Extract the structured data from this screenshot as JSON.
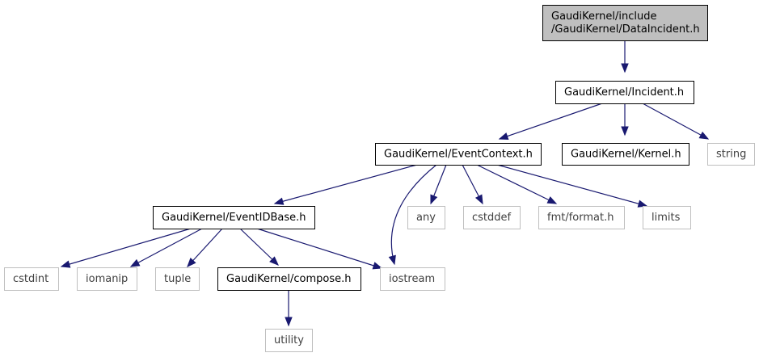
{
  "diagram": {
    "colors": {
      "edge": "#191970",
      "root_fill": "#bfbfbf",
      "system_border": "#bfbfbf",
      "local_border": "#000000"
    },
    "nodes": [
      {
        "id": "root",
        "kind": "root",
        "lines": [
          "GaudiKernel/include",
          "/GaudiKernel/DataIncident.h"
        ]
      },
      {
        "id": "incident",
        "kind": "local",
        "lines": [
          "GaudiKernel/Incident.h"
        ]
      },
      {
        "id": "eventcontext",
        "kind": "local",
        "lines": [
          "GaudiKernel/EventContext.h"
        ]
      },
      {
        "id": "kernel",
        "kind": "local",
        "lines": [
          "GaudiKernel/Kernel.h"
        ]
      },
      {
        "id": "string",
        "kind": "system",
        "lines": [
          "string"
        ]
      },
      {
        "id": "eventidbase",
        "kind": "local",
        "lines": [
          "GaudiKernel/EventIDBase.h"
        ]
      },
      {
        "id": "iostream",
        "kind": "system",
        "lines": [
          "iostream"
        ]
      },
      {
        "id": "any",
        "kind": "system",
        "lines": [
          "any"
        ]
      },
      {
        "id": "cstddef",
        "kind": "system",
        "lines": [
          "cstddef"
        ]
      },
      {
        "id": "fmtformat",
        "kind": "system",
        "lines": [
          "fmt/format.h"
        ]
      },
      {
        "id": "limits",
        "kind": "system",
        "lines": [
          "limits"
        ]
      },
      {
        "id": "cstdint",
        "kind": "system",
        "lines": [
          "cstdint"
        ]
      },
      {
        "id": "iomanip",
        "kind": "system",
        "lines": [
          "iomanip"
        ]
      },
      {
        "id": "tuple",
        "kind": "system",
        "lines": [
          "tuple"
        ]
      },
      {
        "id": "compose",
        "kind": "local",
        "lines": [
          "GaudiKernel/compose.h"
        ]
      },
      {
        "id": "utility",
        "kind": "system",
        "lines": [
          "utility"
        ]
      }
    ],
    "edges": [
      [
        "root",
        "incident"
      ],
      [
        "incident",
        "eventcontext"
      ],
      [
        "incident",
        "kernel"
      ],
      [
        "incident",
        "string"
      ],
      [
        "eventcontext",
        "eventidbase"
      ],
      [
        "eventcontext",
        "iostream"
      ],
      [
        "eventcontext",
        "any"
      ],
      [
        "eventcontext",
        "cstddef"
      ],
      [
        "eventcontext",
        "fmtformat"
      ],
      [
        "eventcontext",
        "limits"
      ],
      [
        "eventidbase",
        "cstdint"
      ],
      [
        "eventidbase",
        "iomanip"
      ],
      [
        "eventidbase",
        "tuple"
      ],
      [
        "eventidbase",
        "compose"
      ],
      [
        "eventidbase",
        "iostream"
      ],
      [
        "compose",
        "utility"
      ]
    ]
  }
}
